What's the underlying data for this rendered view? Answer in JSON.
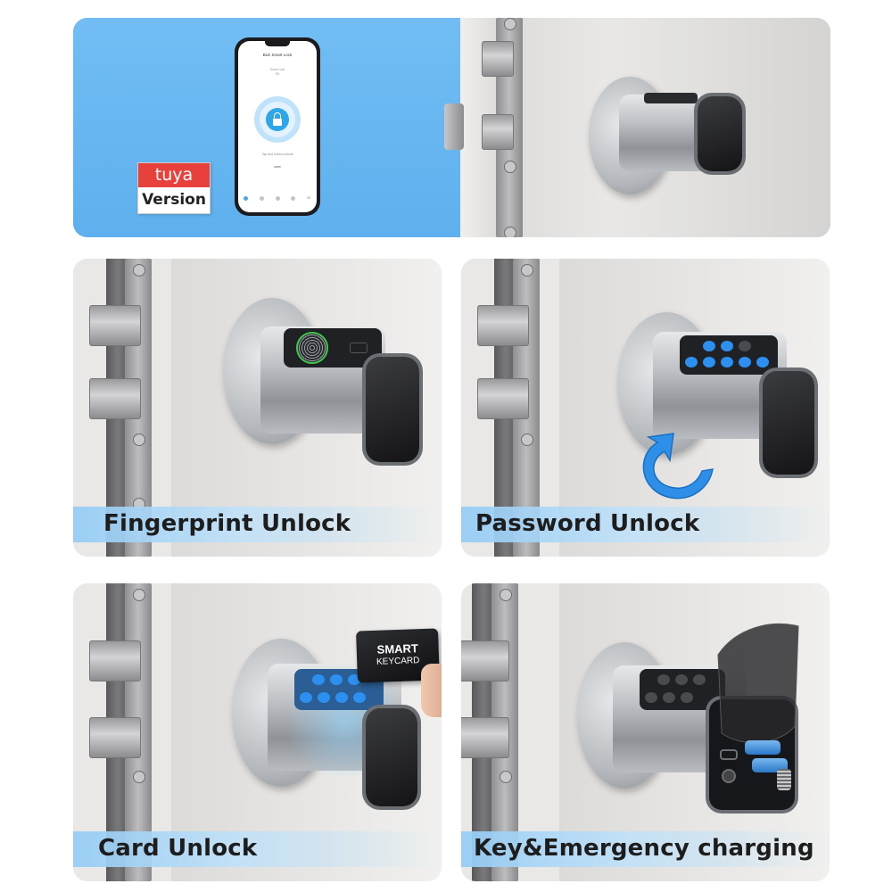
{
  "banner": {
    "badge_brand": "tuya",
    "badge_label": "Version",
    "phone": {
      "app_title": "BLE Smart Lock",
      "status_line1": "Smart lock",
      "status_line2": "E8",
      "hint": "Tap and hold to unlock",
      "nav_items": [
        "",
        "",
        "",
        "",
        "SE"
      ]
    }
  },
  "panels": [
    {
      "caption": "Fingerprint Unlock"
    },
    {
      "caption": "Password Unlock"
    },
    {
      "caption": "Card Unlock",
      "card_line1": "SMART",
      "card_line2": "KEYCARD"
    },
    {
      "caption": "Key&Emergency charging"
    }
  ],
  "colors": {
    "accent_blue": "#2d8ff0",
    "banner_blue": "#6ab8f2",
    "tuya_red": "#e8403a"
  }
}
